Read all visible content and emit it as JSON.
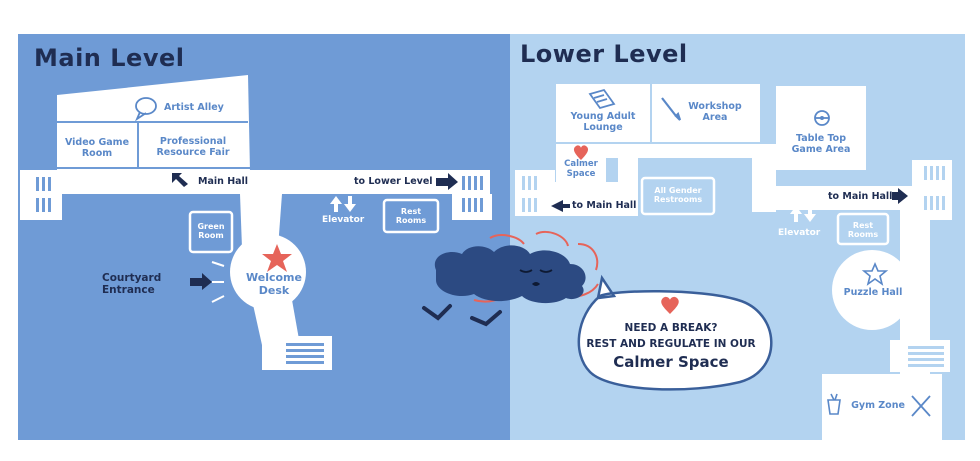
{
  "main_level": {
    "title": "Main Level",
    "rooms": {
      "artist_alley": "Artist Alley",
      "video_game_room": "Video Game\nRoom",
      "professional_resource_fair": "Professional\nResource Fair",
      "green_room": "Green\nRoom",
      "welcome_desk": "Welcome\nDesk",
      "rest_rooms": "Rest\nRooms"
    },
    "labels": {
      "main_hall": "Main Hall",
      "to_lower_level": "to Lower Level",
      "elevator": "Elevator",
      "courtyard_entrance": "Courtyard\nEntrance"
    }
  },
  "lower_level": {
    "title": "Lower Level",
    "rooms": {
      "young_adult_lounge": "Young Adult\nLounge",
      "workshop_area": "Workshop\nArea",
      "table_top_game_area": "Table Top\nGame Area",
      "calmer_space": "Calmer\nSpace",
      "all_gender_restrooms": "All Gender\nRestrooms",
      "rest_rooms": "Rest\nRooms",
      "puzzle_hall": "Puzzle Hall",
      "gym_zone": "Gym Zone"
    },
    "labels": {
      "to_main_hall_left": "to Main Hall",
      "to_main_hall_right": "to Main Hall",
      "elevator": "Elevator"
    }
  },
  "callout": {
    "line1": "Need a break?",
    "line2": "Rest and regulate in our",
    "line3": "Calmer Space"
  },
  "colors": {
    "main_bg": "#6f9bd6",
    "lower_bg": "#b3d3f0",
    "room_text": "#5a88c8",
    "dark_text": "#1f2d52",
    "accent": "#e6645a",
    "cloud": "#2c4a82"
  }
}
